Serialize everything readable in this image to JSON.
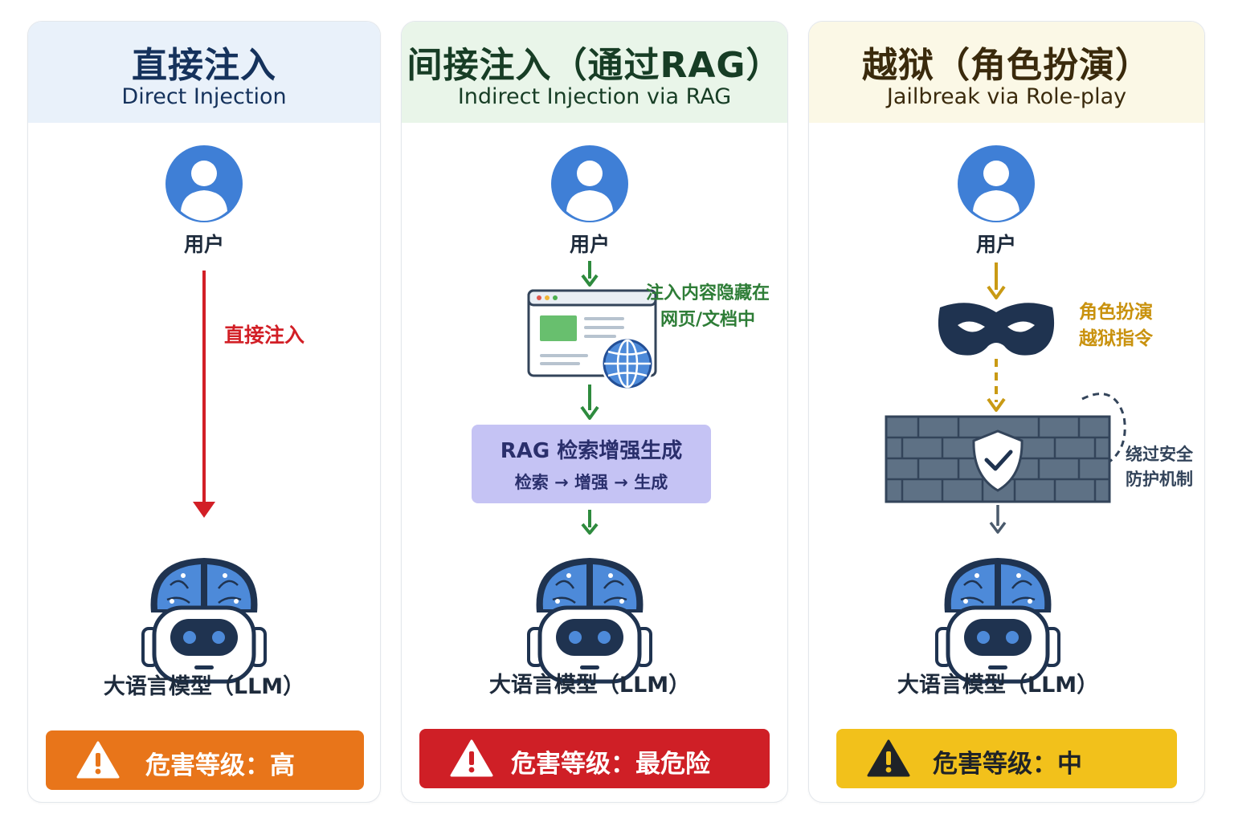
{
  "panels": [
    {
      "title_cn": "直接注入",
      "title_en": "Direct Injection",
      "user_label": "用户",
      "arrow_label": "直接注入",
      "llm_label": "大语言模型（LLM）",
      "risk": "危害等级：高",
      "colors": {
        "header_bg": "#e9f1fa",
        "arrow": "#d21f26",
        "risk_bg": "#e8751a"
      }
    },
    {
      "title_cn": "间接注入（通过RAG）",
      "title_en": "Indirect Injection via RAG",
      "user_label": "用户",
      "note_line1": "注入内容隐藏在",
      "note_line2": "网页/文档中",
      "rag_title": "RAG 检索增强生成",
      "rag_steps": "检索 → 增强 → 生成",
      "llm_label": "大语言模型（LLM）",
      "risk": "危害等级：最危险",
      "colors": {
        "header_bg": "#e9f5e9",
        "arrow": "#2e8b3e",
        "risk_bg": "#cf1f26",
        "rag_bg": "#c5c3f4"
      }
    },
    {
      "title_cn": "越狱（角色扮演）",
      "title_en": "Jailbreak via Role-play",
      "user_label": "用户",
      "note_line1": "角色扮演",
      "note_line2": "越狱指令",
      "bypass_line1": "绕过安全",
      "bypass_line2": "防护机制",
      "llm_label": "大语言模型（LLM）",
      "risk": "危害等级：中",
      "colors": {
        "header_bg": "#fbf8e6",
        "arrow": "#c99a14",
        "risk_bg": "#f2c11b"
      }
    }
  ],
  "icons": [
    "user-icon",
    "webpage-icon",
    "globe-icon",
    "mask-icon",
    "firewall-icon",
    "shield-check-icon",
    "robot-brain-icon",
    "warning-icon"
  ]
}
